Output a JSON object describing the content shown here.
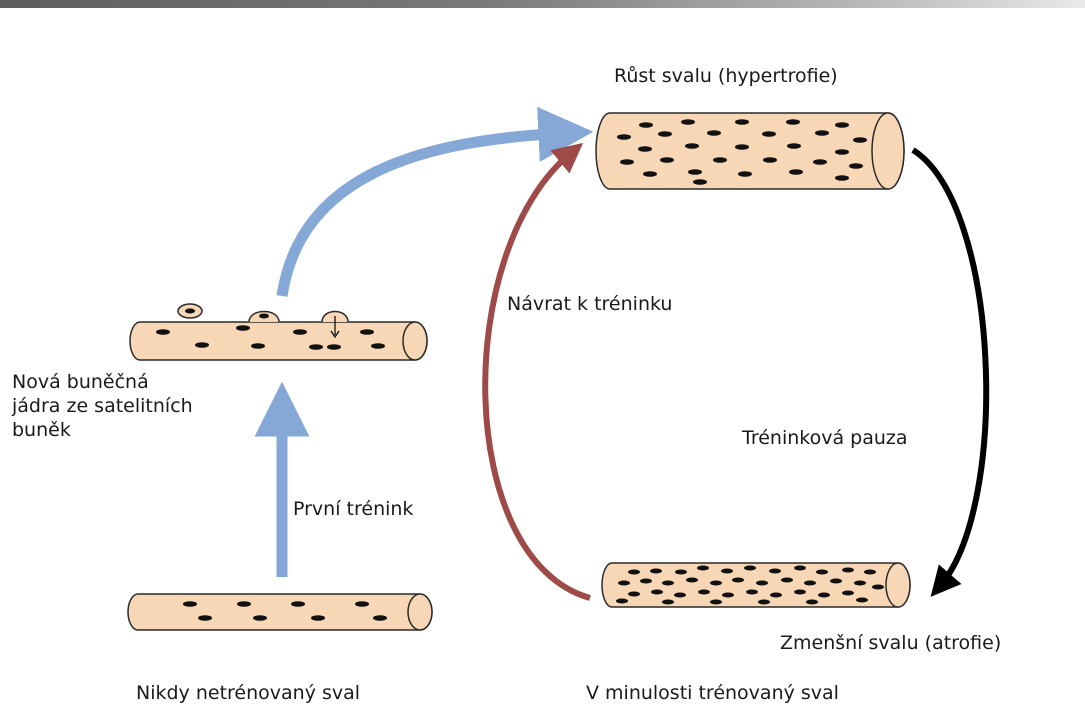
{
  "labels": {
    "hypertrophy": "Růst svalu (hypertrofie)",
    "return_training": "Návrat k tréninku",
    "new_nuclei": "Nová buněčná\njádra ze satelitních\nbuněk",
    "training_pause": "Tréninková pauza",
    "first_training": "První trénink",
    "atrophy": "Zmenšní svalu (atrofie)",
    "never_trained": "Nikdy netrénovaný sval",
    "previously_trained": "V minulosti trénovaný sval"
  },
  "colors": {
    "fiber_fill": "#f7d7b5",
    "fiber_stroke": "#2a2a2a",
    "nucleus": "#111111",
    "arrow_blue": "#86a8d6",
    "arrow_red": "#9e4a48",
    "arrow_black": "#000000",
    "top_bar": "#6a6a6a"
  }
}
